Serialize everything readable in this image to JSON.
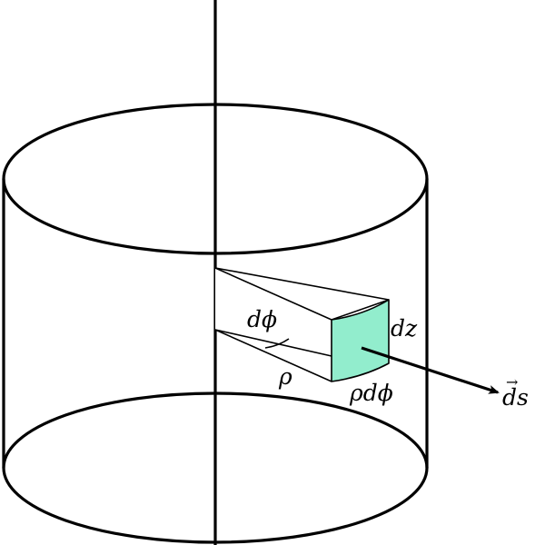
{
  "colors": {
    "surface_patch": "#92edcd",
    "line": "#000000",
    "background": "#ffffff"
  },
  "labels": {
    "dphi": "dϕ",
    "dz": "dz",
    "rho": "ρ",
    "rho_dphi": "ρdϕ",
    "ds": "ds",
    "ds_vector_arrow": "→"
  }
}
